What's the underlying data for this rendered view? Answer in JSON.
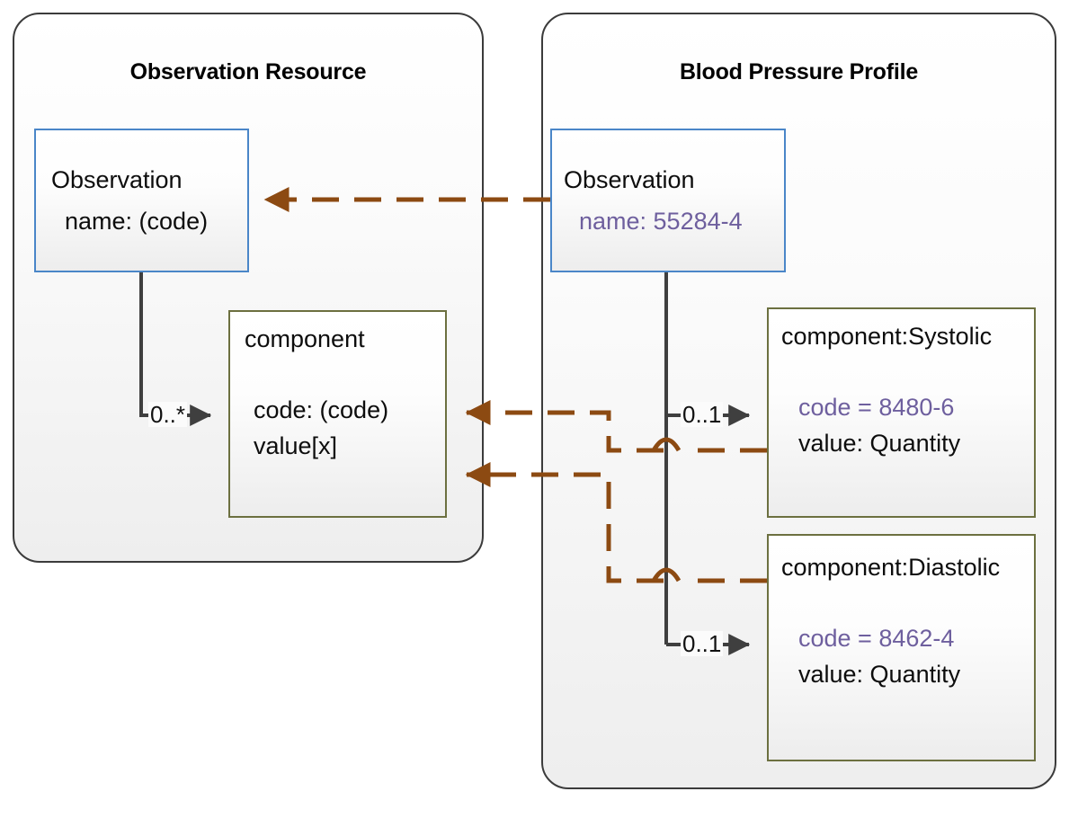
{
  "diagram": {
    "type": "uml-class-diagram",
    "title_left": "Observation Resource",
    "title_right": "Blood Pressure Profile",
    "colors": {
      "panel_border": "#3b3b3b",
      "resource_box_border": "#4a86c8",
      "component_box_border": "#6c7040",
      "constraint_arrow": "#8c4a12",
      "association_line": "#3b3b3b",
      "value_text": "#6e5f9e",
      "plain_text": "#0d0d0d"
    }
  },
  "panels": {
    "left": {
      "title": "Observation Resource",
      "boxes": {
        "observation": {
          "line1": "Observation",
          "line2": "name: (code)"
        },
        "component": {
          "line1": "component",
          "line2": "code: (code)",
          "line3": "value[x]"
        }
      },
      "multiplicity": {
        "observation_to_component": "0..*"
      }
    },
    "right": {
      "title": "Blood Pressure Profile",
      "boxes": {
        "observation": {
          "line1": "Observation",
          "line2": "name: 55284-4"
        },
        "systolic": {
          "line1": "component:Systolic",
          "line2": "code = 8480-6",
          "line3": "value: Quantity"
        },
        "diastolic": {
          "line1": "component:Diastolic",
          "line2": "code = 8462-4",
          "line3": "value: Quantity"
        }
      },
      "multiplicity": {
        "observation_to_systolic": "0..1",
        "observation_to_diastolic": "0..1"
      }
    }
  },
  "relationships": [
    {
      "name": "profile-observation-constrains-resource-observation",
      "from": "right.observation",
      "to": "left.observation",
      "style": "dashed-arrow",
      "color": "#8c4a12"
    },
    {
      "name": "systolic-constrains-component",
      "from": "right.systolic",
      "to": "left.component",
      "style": "dashed-arrow",
      "color": "#8c4a12"
    },
    {
      "name": "diastolic-constrains-component",
      "from": "right.diastolic",
      "to": "left.component",
      "style": "dashed-arrow",
      "color": "#8c4a12"
    }
  ]
}
